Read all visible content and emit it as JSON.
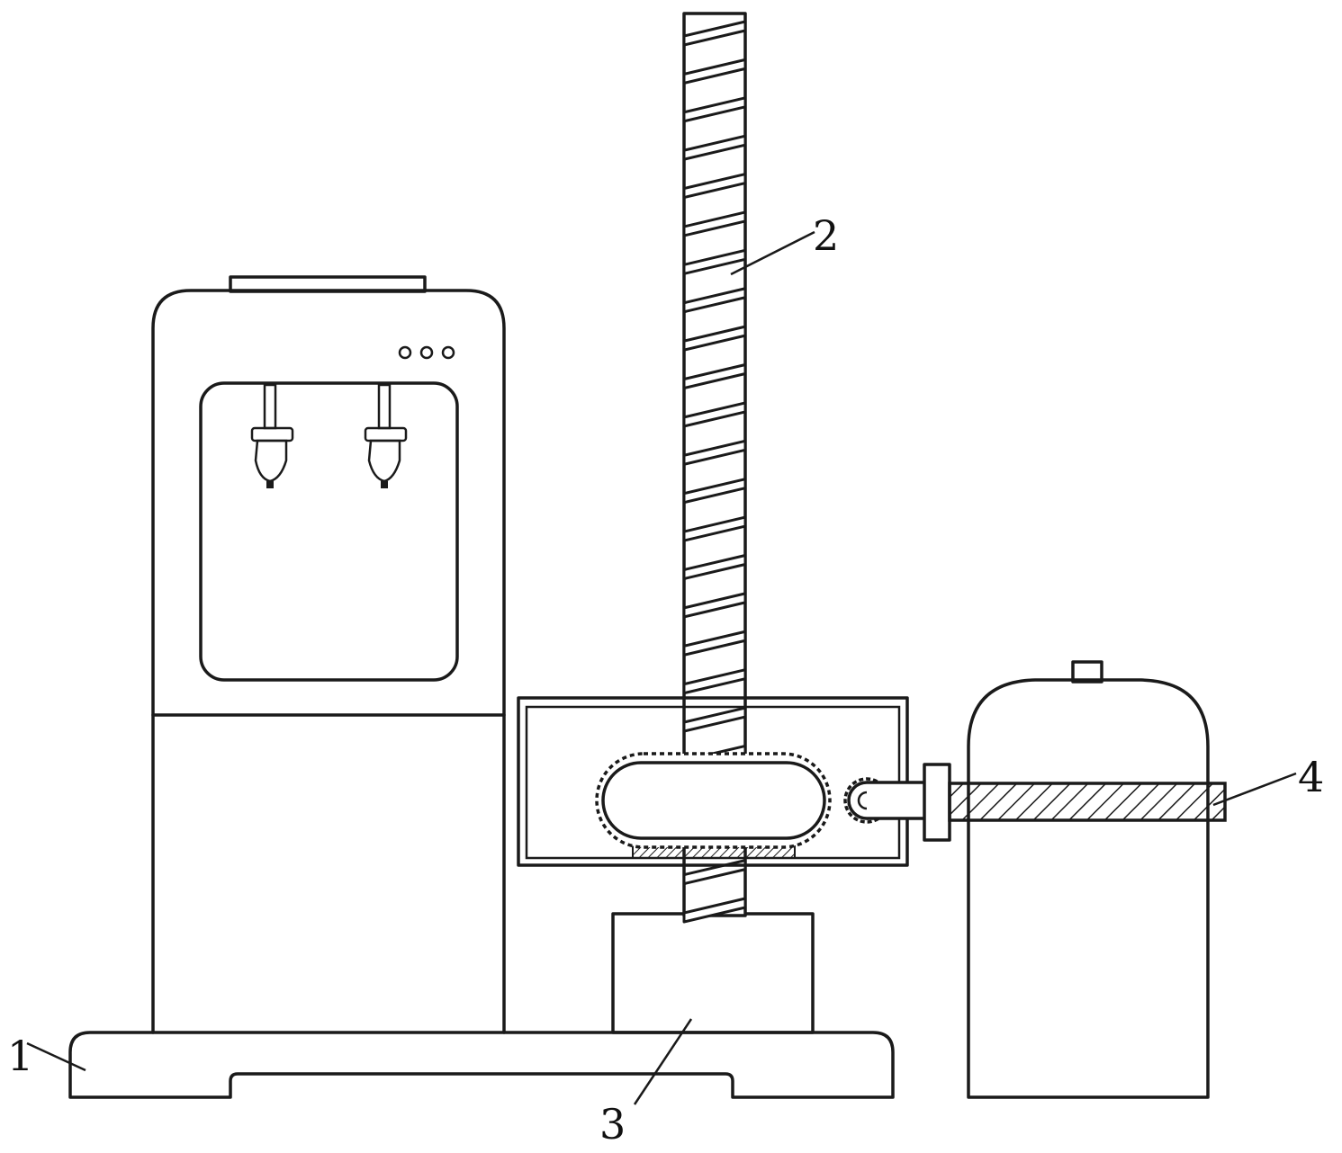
{
  "labels": {
    "base": "1",
    "screw_rod": "2",
    "motor_block": "3",
    "bucket_arm": "4"
  },
  "colors": {
    "stroke": "#1a1a1a",
    "background": "#ffffff"
  },
  "screw": {
    "thread_count": 24
  }
}
